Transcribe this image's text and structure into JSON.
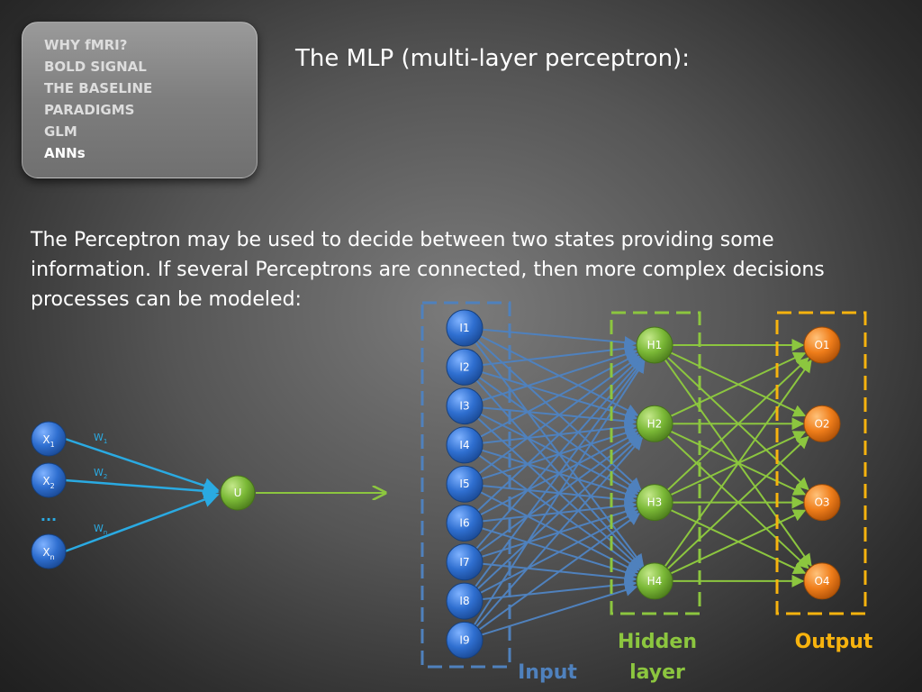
{
  "nav": {
    "items": [
      {
        "label": "WHY fMRI?",
        "active": false
      },
      {
        "label": "BOLD SIGNAL",
        "active": false
      },
      {
        "label": "THE BASELINE",
        "active": false
      },
      {
        "label": "PARADIGMS",
        "active": false
      },
      {
        "label": "GLM",
        "active": false
      },
      {
        "label": "ANNs",
        "active": true
      }
    ]
  },
  "slide": {
    "title": "The MLP (multi-layer perceptron):",
    "body": "The Perceptron may be used to decide between two states providing some information. If several Perceptrons are connected, then more complex decisions processes can be modeled:"
  },
  "perceptron": {
    "inputs": [
      {
        "base": "X",
        "sub": "1"
      },
      {
        "base": "X",
        "sub": "2"
      },
      {
        "base": "X",
        "sub": "n"
      }
    ],
    "weights": [
      {
        "base": "W",
        "sub": "1"
      },
      {
        "base": "W",
        "sub": "2"
      },
      {
        "base": "W",
        "sub": "n"
      }
    ],
    "ellipsis": "...",
    "unit": "U"
  },
  "mlp": {
    "input_nodes": [
      "I1",
      "I2",
      "I3",
      "I4",
      "I5",
      "I6",
      "I7",
      "I8",
      "I9"
    ],
    "hidden_nodes": [
      "H1",
      "H2",
      "H3",
      "H4"
    ],
    "output_nodes": [
      "O1",
      "O2",
      "O3",
      "O4"
    ],
    "labels": {
      "input": "Input",
      "hidden_line1": "Hidden",
      "hidden_line2": "layer",
      "output": "Output"
    }
  },
  "colors": {
    "input": "#4f81bd",
    "input_node": "#2f6fd0",
    "hidden": "#8cc63f",
    "hidden_node": "#7ab836",
    "output": "#f7b30e",
    "output_node": "#ef7d1a",
    "perceptron_arrow": "#2aaae2"
  }
}
